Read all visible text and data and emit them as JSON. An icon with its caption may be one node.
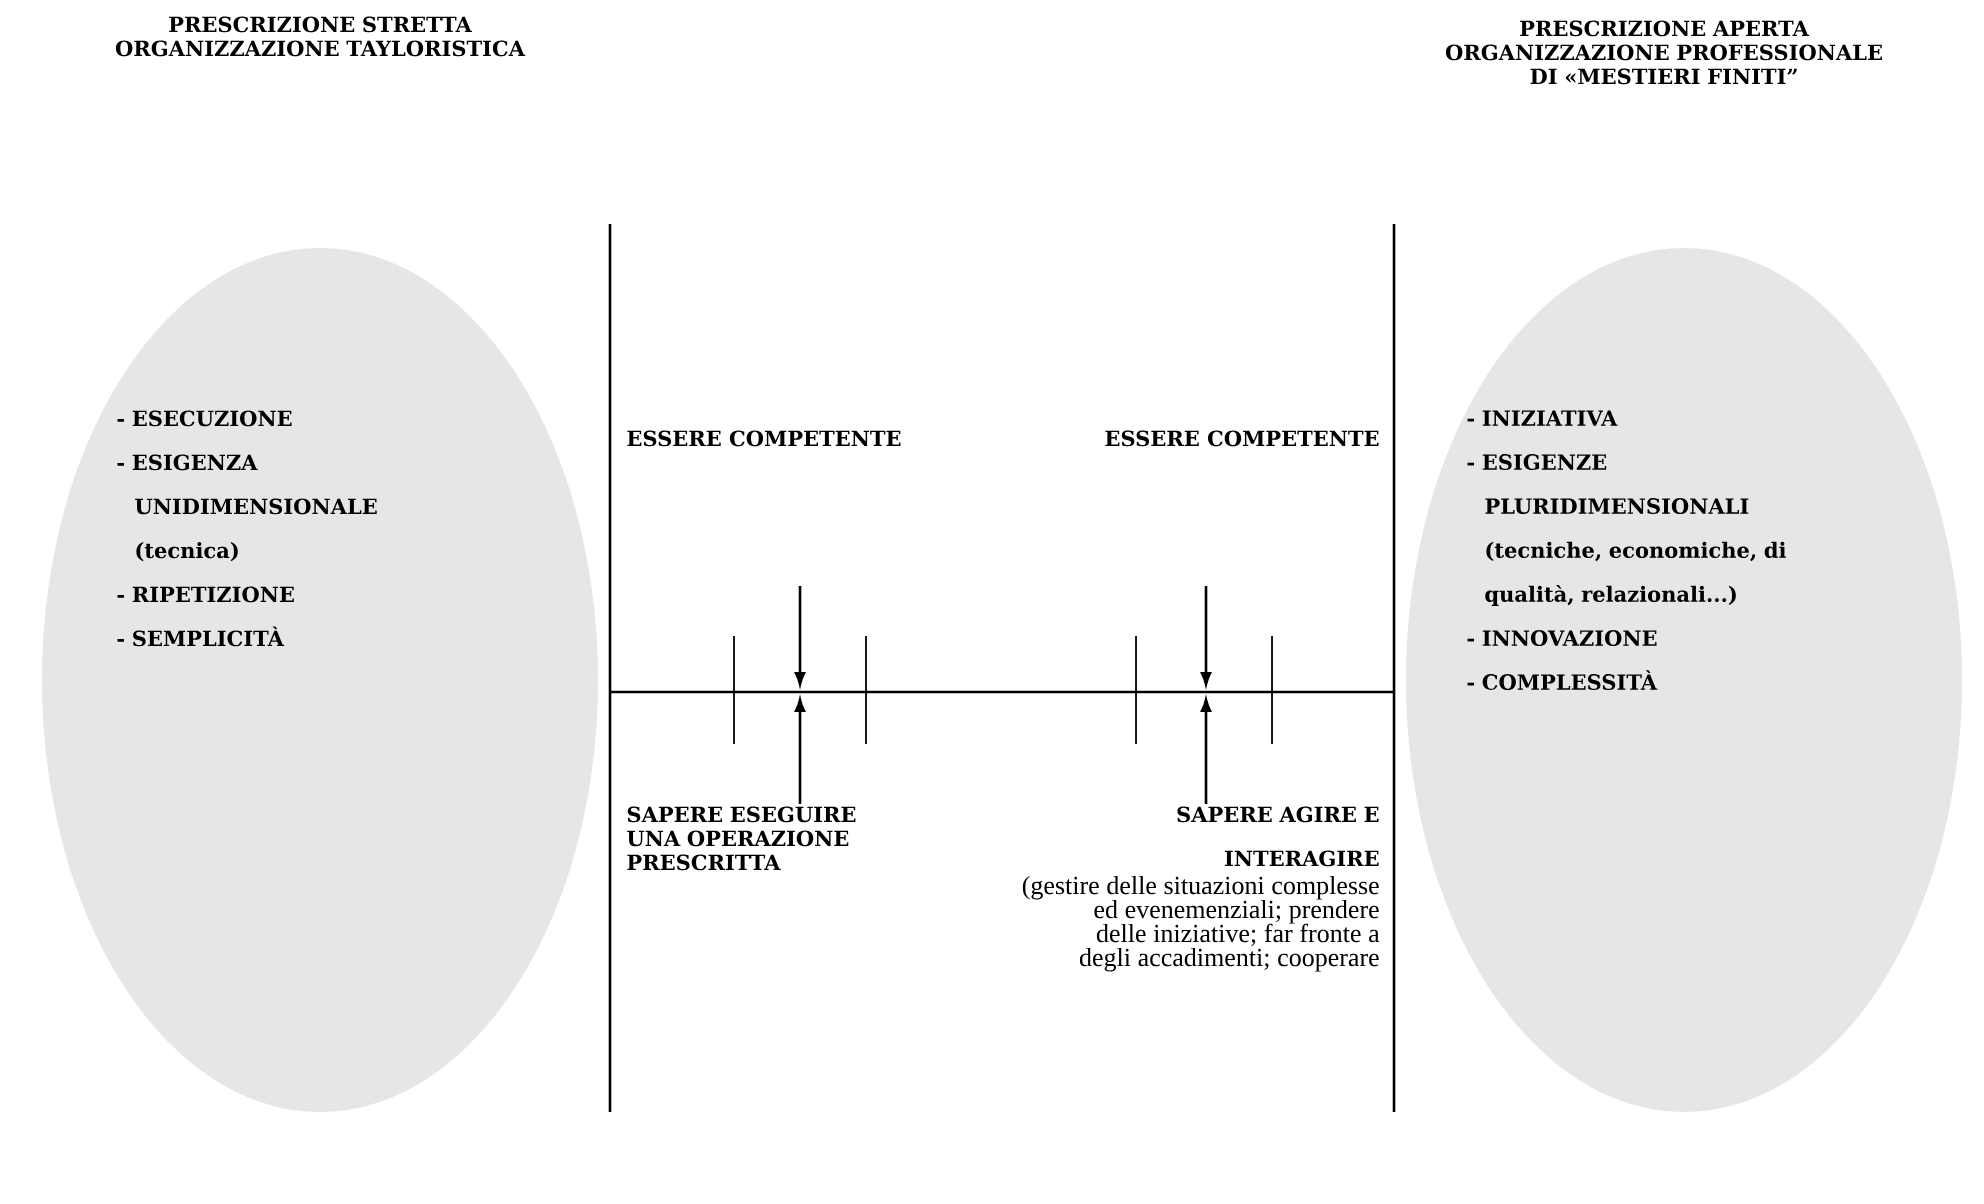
{
  "diagram": {
    "nodes": [
      {
        "text": [
          "- ESECUZIONE",
          "- ESIGENZA UNIDIMENSIONALE (tecnica)",
          "- RIPETIZIONE",
          "- SEMPLICITÀ"
        ]
      },
      {
        "text": [
          "- INIZIATIVA",
          "- ESIGENZE PLURIDIMENSIONALI (tecniche, economiche, di qualità, relazionali...)",
          "- INNOVAZIONE",
          "- COMPLESSITÀ"
        ]
      },
      {
        "text": [
          "ESSERE COMPETENTE"
        ]
      },
      {
        "text": [
          "ESSERE COMPETENTE"
        ]
      },
      {
        "text": [
          "SAPERE ESEGUIRE UNA OPERAZIONE PRESCRITTA"
        ]
      },
      {
        "text": [
          "SAPERE AGIRE E INTERAGIRE",
          "(gestire delle situazioni complesse ed evenemenziali; prendere delle iniziative; far fronte a degli accadimenti; cooperare"
        ]
      }
    ],
    "edges": [
      {
        "from": 4,
        "to": null,
        "arrow": "to"
      },
      {
        "from": 5,
        "to": null,
        "arrow": "to"
      }
    ],
    "labels": [
      "PRESCRIZIONE STRETTA ORGANIZZAZIONE TAYLORISTICA",
      "PRESCRIZIONE APERTA ORGANIZZAZIONE PROFESSIONALE DI «MESTIERI FINITI”"
    ]
  }
}
